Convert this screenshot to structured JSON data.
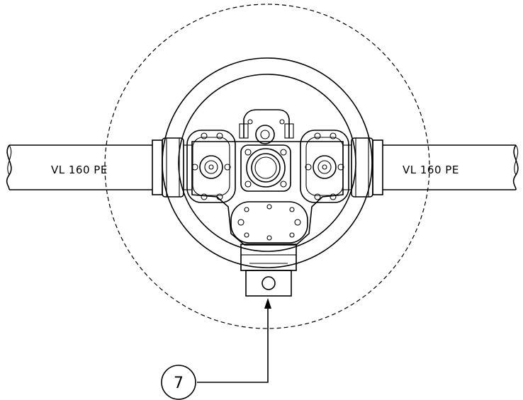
{
  "drawing": {
    "pipe_left_label": "VL 160 PE",
    "pipe_right_label": "VL 160 PE",
    "callout_number": "7"
  },
  "colors": {
    "line": "#000000",
    "background": "#ffffff"
  }
}
